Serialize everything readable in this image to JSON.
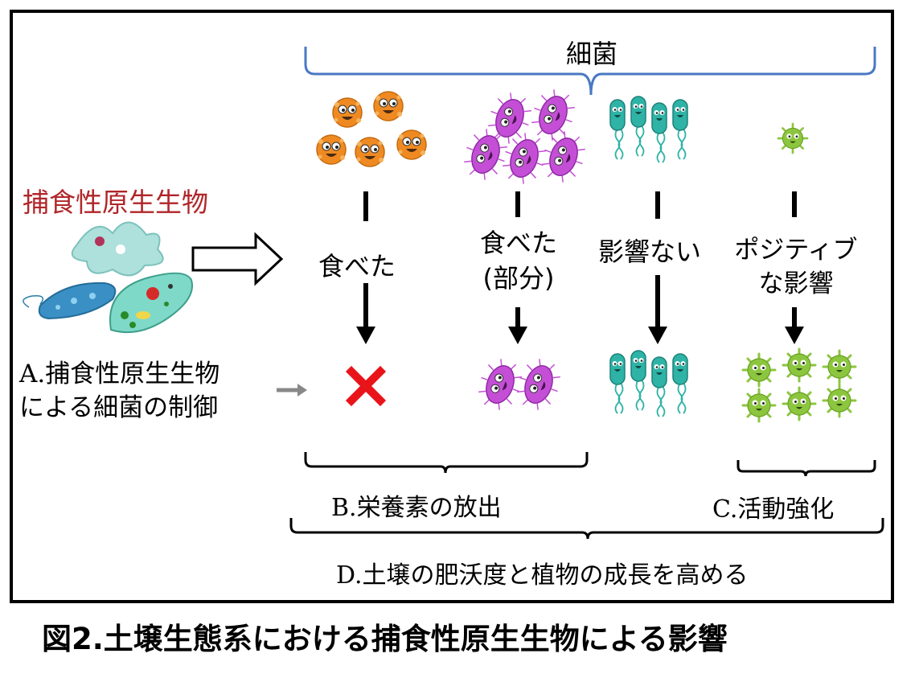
{
  "header": {
    "bacteria_label": "細菌"
  },
  "predator": {
    "title": "捕食性原生生物"
  },
  "columns": [
    {
      "effect": "食べた",
      "result_icon": "red-x-icon"
    },
    {
      "effect_line1": "食べた",
      "effect_line2": "(部分)",
      "result_icon": "purple-bacteria"
    },
    {
      "effect": "影響ない",
      "result_icon": "teal-bacteria"
    },
    {
      "effect_line1": "ポジティブ",
      "effect_line2": "な影響",
      "result_icon": "green-bacteria"
    }
  ],
  "labels": {
    "a_line1": "A.捕食性原生生物",
    "a_line2": "による細菌の制御",
    "b": "B.栄養素の放出",
    "c": "C.活動強化",
    "d": "D.土壌の肥沃度と植物の成長を高める"
  },
  "caption": "図2.土壌生態系における捕食性原生生物による影響",
  "colors": {
    "brace_top": "#4a78c4",
    "predator_title": "#b0262a",
    "orange": "#ef8a22",
    "purple": "#c44fd6",
    "teal": "#2eb3a6",
    "green": "#8cc63f",
    "red_x": "#e8141a"
  }
}
